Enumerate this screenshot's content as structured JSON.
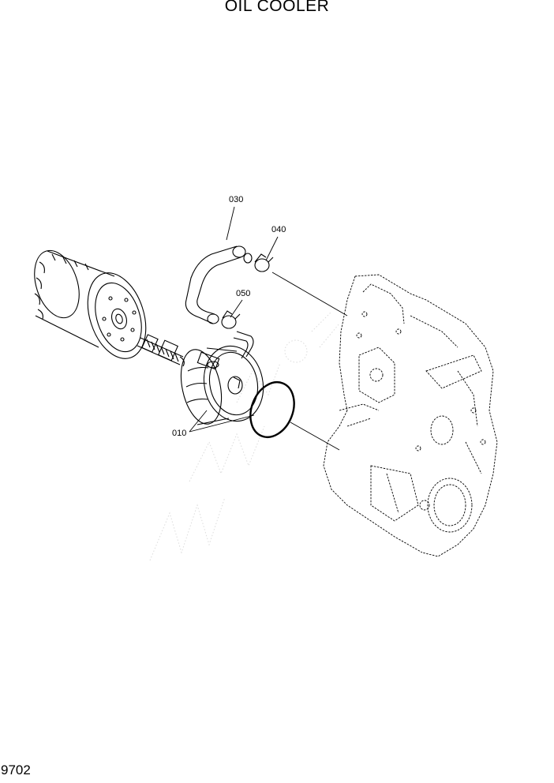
{
  "title": "OIL COOLER",
  "page_code": "9702",
  "callouts": {
    "part_030": "030",
    "part_040": "040",
    "part_050": "050",
    "part_010": "010"
  },
  "watermark": "www.a-carmanual",
  "colors": {
    "line": "#000000",
    "watermark": "#c8c8c8"
  }
}
